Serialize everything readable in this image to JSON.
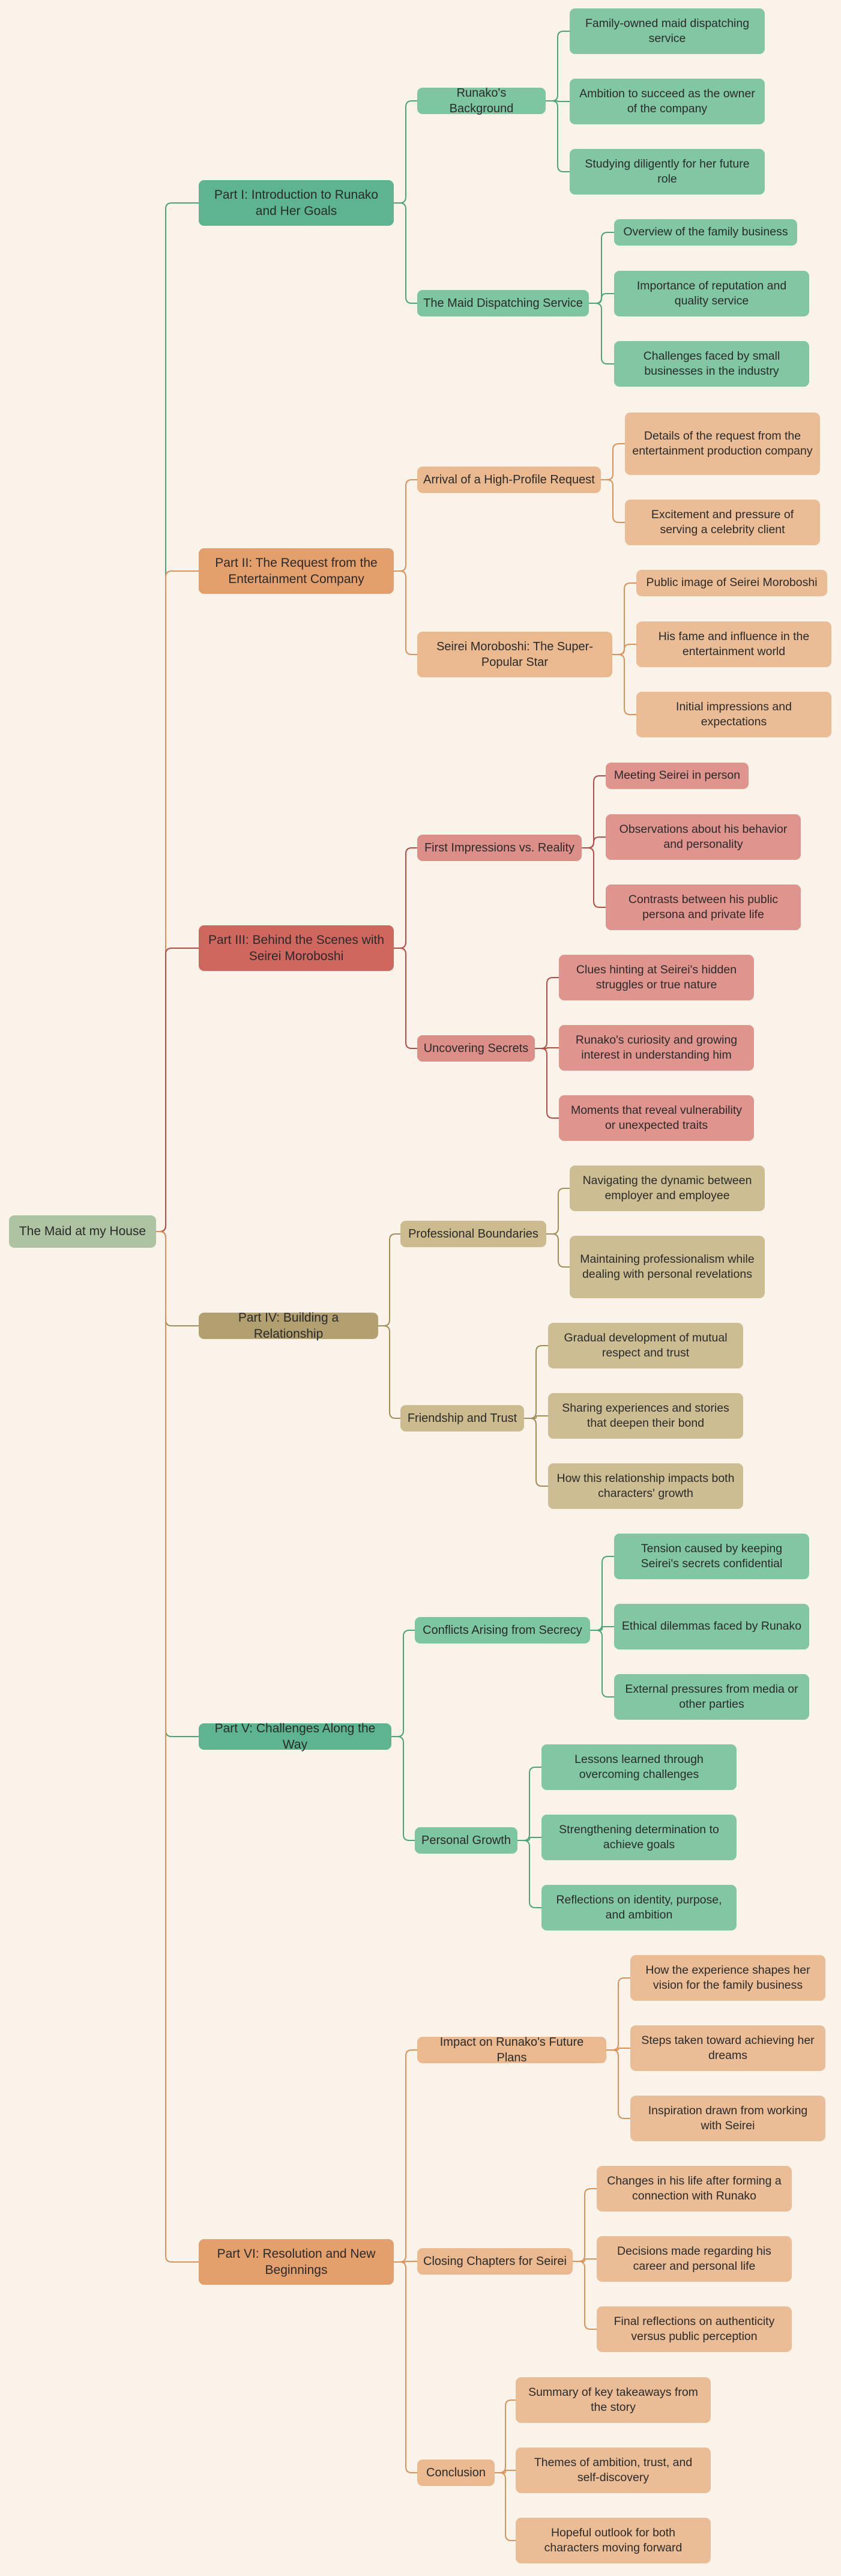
{
  "root": {
    "label": "The Maid at my House",
    "color": "#adc3a2"
  },
  "sections": [
    {
      "label": "Part I: Introduction to Runako and Her Goals",
      "colors": {
        "l1": "#5cb590",
        "l2": "#7ec6a2",
        "l3": "#81c7a4",
        "line": "#4fa37c"
      },
      "topics": [
        {
          "label": "Runako's Background",
          "items": [
            "Family-owned maid dispatching service",
            "Ambition to succeed as the owner of the company",
            "Studying diligently for her future role"
          ]
        },
        {
          "label": "The Maid Dispatching Service",
          "items": [
            "Overview of the family business",
            "Importance of reputation and quality service",
            "Challenges faced by small businesses in the industry"
          ]
        }
      ]
    },
    {
      "label": "Part II: The Request from the Entertainment Company",
      "colors": {
        "l1": "#e3a06c",
        "l2": "#eab98f",
        "l3": "#ebbd96",
        "line": "#dc9158"
      },
      "topics": [
        {
          "label": "Arrival of a High-Profile Request",
          "items": [
            "Details of the request from the entertainment production company",
            "Excitement and pressure of serving a celebrity client"
          ]
        },
        {
          "label": "Seirei Moroboshi: The Super-Popular Star",
          "items": [
            "Public image of Seirei Moroboshi",
            "His fame and influence in the entertainment world",
            "Initial impressions and expectations"
          ]
        }
      ]
    },
    {
      "label": "Part III: Behind the Scenes with Seirei Moroboshi",
      "colors": {
        "l1": "#d0675f",
        "l2": "#dc8f89",
        "l3": "#df948e",
        "line": "#b84c43"
      },
      "topics": [
        {
          "label": "First Impressions vs. Reality",
          "items": [
            "Meeting Seirei in person",
            "Observations about his behavior and personality",
            "Contrasts between his public persona and private life"
          ]
        },
        {
          "label": "Uncovering Secrets",
          "items": [
            "Clues hinting at Seirei's hidden struggles or true nature",
            "Runako's curiosity and growing interest in understanding him",
            "Moments that reveal vulnerability or unexpected traits"
          ]
        }
      ]
    },
    {
      "label": "Part IV: Building a Relationship",
      "colors": {
        "l1": "#b3a070",
        "l2": "#cbbb8f",
        "l3": "#cdbd93",
        "line": "#a08d58"
      },
      "topics": [
        {
          "label": "Professional Boundaries",
          "items": [
            "Navigating the dynamic between employer and employee",
            "Maintaining professionalism while dealing with personal revelations"
          ]
        },
        {
          "label": "Friendship and Trust",
          "items": [
            "Gradual development of mutual respect and trust",
            "Sharing experiences and stories that deepen their bond",
            "How this relationship impacts both characters' growth"
          ]
        }
      ]
    },
    {
      "label": "Part V: Challenges Along the Way",
      "colors": {
        "l1": "#5cb590",
        "l2": "#7ec6a2",
        "l3": "#81c7a4",
        "line": "#4fa37c"
      },
      "topics": [
        {
          "label": "Conflicts Arising from Secrecy",
          "items": [
            "Tension caused by keeping Seirei's secrets confidential",
            "Ethical dilemmas faced by Runako",
            "External pressures from media or other parties"
          ]
        },
        {
          "label": "Personal Growth",
          "items": [
            "Lessons learned through overcoming challenges",
            "Strengthening determination to achieve goals",
            "Reflections on identity, purpose, and ambition"
          ]
        }
      ]
    },
    {
      "label": "Part VI: Resolution and New Beginnings",
      "colors": {
        "l1": "#e3a06c",
        "l2": "#eab98f",
        "l3": "#ebbd96",
        "line": "#dc9158"
      },
      "topics": [
        {
          "label": "Impact on Runako's Future Plans",
          "items": [
            "How the experience shapes her vision for the family business",
            "Steps taken toward achieving her dreams",
            "Inspiration drawn from working with Seirei"
          ]
        },
        {
          "label": "Closing Chapters for Seirei",
          "items": [
            "Changes in his life after forming a connection with Runako",
            "Decisions made regarding his career and personal life",
            "Final reflections on authenticity versus public perception"
          ]
        },
        {
          "label": "Conclusion",
          "items": [
            "Summary of key takeaways from the story",
            "Themes of ambition, trust, and self-discovery",
            "Hopeful outlook for both characters moving forward"
          ]
        }
      ]
    }
  ]
}
